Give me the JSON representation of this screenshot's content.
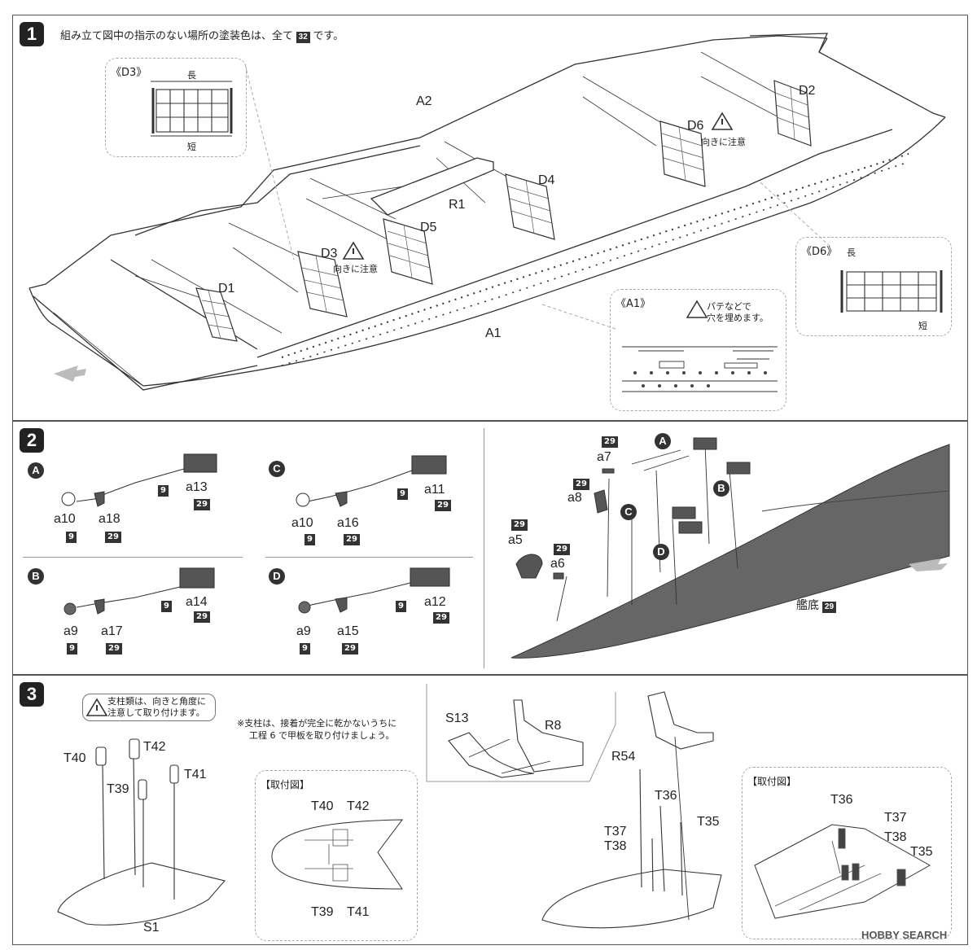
{
  "step1": {
    "number": "1",
    "instruction": "組み立て図中の指示のない場所の塗装色は、全て",
    "color_code": "32",
    "instruction_tail": "です。",
    "labels": {
      "A2": "A2",
      "A1": "A1",
      "D1": "D1",
      "D2": "D2",
      "D3": "D3",
      "D4": "D4",
      "D5": "D5",
      "D6": "D6",
      "R1": "R1"
    },
    "caution": "向きに注意",
    "inset_d3": {
      "title": "《D3》",
      "long": "長",
      "short": "短"
    },
    "inset_d6": {
      "title": "《D6》",
      "long": "長",
      "short": "短"
    },
    "inset_a1": {
      "title": "《A1》",
      "note_line1": "パテなどで",
      "note_line2": "穴を埋めます。"
    }
  },
  "step2": {
    "number": "2",
    "groups": [
      {
        "letter": "A",
        "parts": [
          "a10",
          "a18",
          "a13"
        ],
        "colors": [
          "9",
          "29",
          "9",
          "29"
        ]
      },
      {
        "letter": "C",
        "parts": [
          "a10",
          "a16",
          "a11"
        ],
        "colors": [
          "9",
          "29",
          "9",
          "29"
        ]
      },
      {
        "letter": "B",
        "parts": [
          "a9",
          "a17",
          "a14"
        ],
        "colors": [
          "9",
          "29",
          "9",
          "29"
        ]
      },
      {
        "letter": "D",
        "parts": [
          "a9",
          "a15",
          "a12"
        ],
        "colors": [
          "9",
          "29",
          "9",
          "29"
        ]
      }
    ],
    "right": {
      "a7": "a7",
      "a8": "a8",
      "a5": "a5",
      "a6": "a6",
      "c29": "29",
      "hull": "艦底",
      "hull_color": "29",
      "A": "A",
      "B": "B",
      "C": "C",
      "D": "D"
    }
  },
  "step3": {
    "number": "3",
    "caution_line1": "支柱類は、向きと角度に",
    "caution_line2": "注意して取り付けます。",
    "note_line1": "※支柱は、接着が完全に乾かないうちに",
    "note_line2": "工程 6 で甲板を取り付けましょう。",
    "install_label": "【取付図】",
    "labels": {
      "T40": "T40",
      "T42": "T42",
      "T41": "T41",
      "T39": "T39",
      "S1": "S1",
      "S13": "S13",
      "R8": "R8",
      "R54": "R54",
      "T36": "T36",
      "T37": "T37",
      "T38": "T38",
      "T35": "T35"
    }
  },
  "watermark": "HOBBY SEARCH"
}
